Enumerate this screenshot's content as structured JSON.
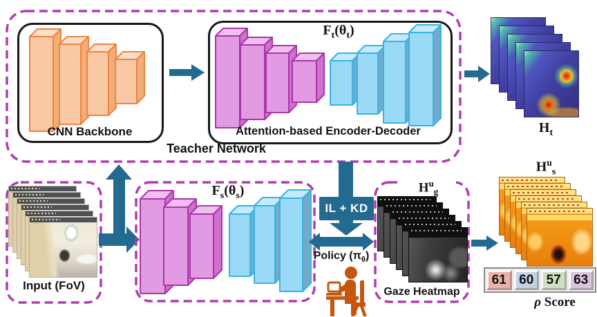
{
  "figure": {
    "teacher": {
      "label": "Teacher Network",
      "cnn_label": "CNN Backbone",
      "encoder_label": "Attention-based Encoder-Decoder",
      "ft": {
        "base": "F",
        "sub1": "t",
        "mid": "(θ",
        "sub2": "t",
        "close": ")"
      }
    },
    "student": {
      "fs": {
        "base": "F",
        "sub1": "s",
        "mid": "(θ",
        "sub2": "s",
        "close": ")"
      }
    },
    "input_label": "Input (FoV)",
    "distill_label": "IL + KD",
    "policy": {
      "pre": "Policy (π",
      "sub": "θ",
      "close": ")"
    },
    "gaze": {
      "label": "Gaze Heatmap",
      "h": {
        "base": "H",
        "sup": "u",
        "sub": "g"
      }
    },
    "ht": {
      "base": "H",
      "sub": "t"
    },
    "hus": {
      "base": "H",
      "sup": "u",
      "sub": "s"
    },
    "scores": {
      "values": [
        "61",
        "60",
        "57",
        "63"
      ],
      "tile_colors": [
        "#e9b3a6",
        "#c3d3e2",
        "#cfe0c2",
        "#d9c4df"
      ],
      "rho": "ρ",
      "score_text": " Score"
    },
    "colors": {
      "arrow": "#226a8f",
      "dashed_border": "#b13bb1",
      "cnn_bar": "#f8c9a4",
      "encoder_bar": "#e29ae2",
      "decoder_bar": "#9adaf7",
      "person": "#c4560e"
    }
  }
}
